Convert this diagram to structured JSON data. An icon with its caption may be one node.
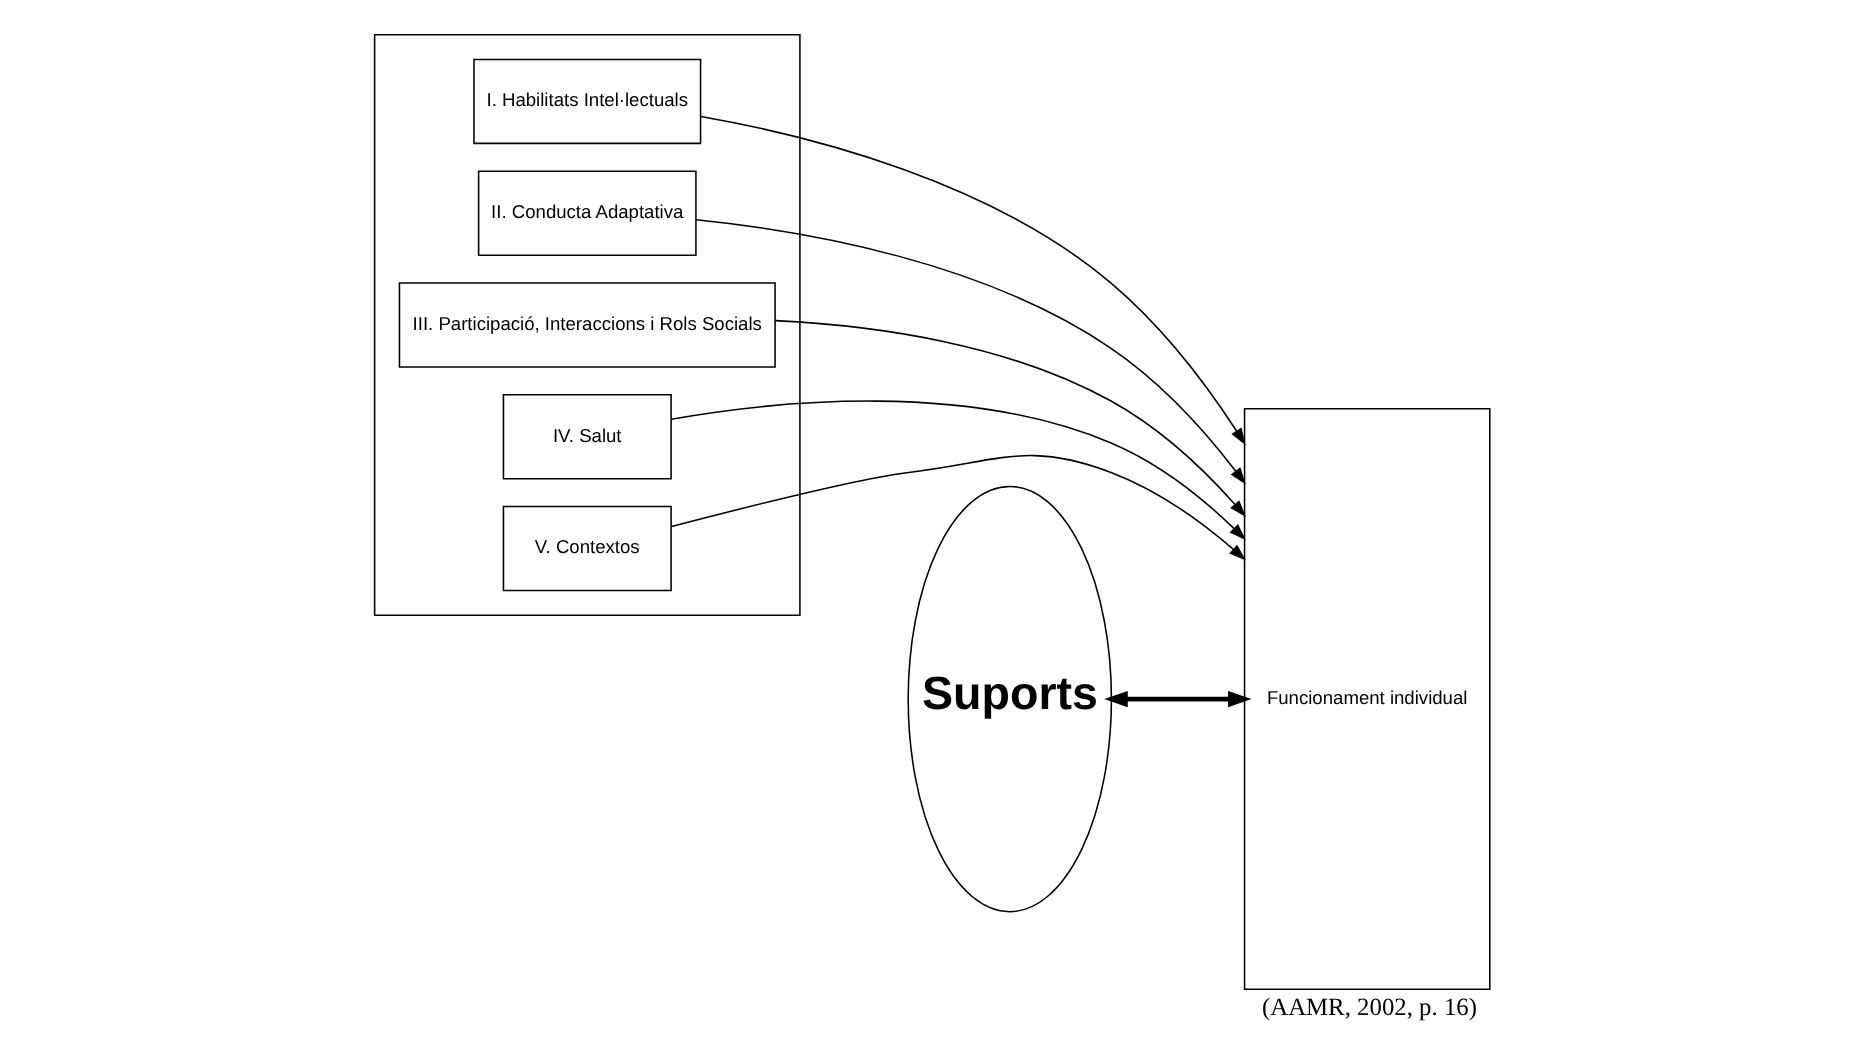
{
  "diagram": {
    "caption": "(AAMR, 2002, p. 16)",
    "nodes": [
      {
        "text": [],
        "shape": "box"
      },
      {
        "text": [
          "I. Habilitats Intel·lectuals"
        ],
        "in": 0
      },
      {
        "text": [
          "II. Conducta Adaptativa"
        ],
        "in": 0
      },
      {
        "text": [
          "III. Participació, Interaccions i Rols Socials"
        ],
        "in": 0
      },
      {
        "text": [
          "IV. Salut"
        ],
        "in": 0
      },
      {
        "text": [
          "V. Contextos"
        ],
        "in": 0
      },
      {
        "text": [
          "Suports"
        ]
      },
      {
        "text": [
          "Funcionament individual"
        ]
      }
    ],
    "edges": [
      {
        "from": 1,
        "to": 7,
        "arrow": "to"
      },
      {
        "from": 2,
        "to": 7,
        "arrow": "to"
      },
      {
        "from": 3,
        "to": 7,
        "arrow": "to"
      },
      {
        "from": 4,
        "to": 7,
        "arrow": "to"
      },
      {
        "from": 5,
        "to": 7,
        "arrow": "to"
      },
      {
        "from": 6,
        "to": 7,
        "arrow": "both",
        "style": "thick"
      }
    ]
  }
}
